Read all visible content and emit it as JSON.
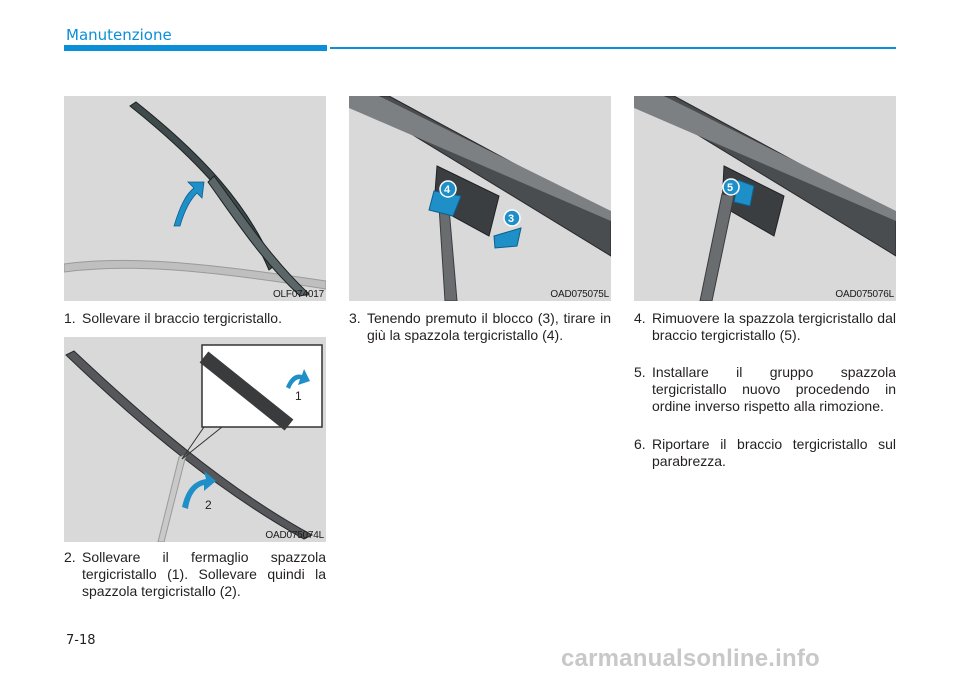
{
  "header": {
    "section_title": "Manutenzione"
  },
  "figures": {
    "fig1": {
      "code": "OLF074017"
    },
    "fig2": {
      "code": "OAD075074L",
      "callouts": [
        "1",
        "2"
      ]
    },
    "fig3": {
      "code": "OAD075075L",
      "callouts": [
        "4",
        "3"
      ]
    },
    "fig4": {
      "code": "OAD075076L",
      "callouts": [
        "5"
      ]
    }
  },
  "steps": [
    {
      "num": "1.",
      "text": "Sollevare il braccio tergicristallo."
    },
    {
      "num": "2.",
      "text": "Sollevare il fermaglio spazzola tergicristallo (1). Sollevare quindi la spazzola tergicristallo (2)."
    },
    {
      "num": "3.",
      "text": "Tenendo premuto il blocco (3), tirare in giù la spazzola tergicristallo (4)."
    },
    {
      "num": "4.",
      "text": "Rimuovere la spazzola tergicristallo dal braccio tergicristallo (5)."
    },
    {
      "num": "5.",
      "text": "Installare il gruppo spazzola tergicristallo nuovo procedendo in ordine inverso rispetto alla rimozione."
    },
    {
      "num": "6.",
      "text": "Riportare il braccio tergicristallo sul parabrezza."
    }
  ],
  "footer": {
    "page_number": "7-18",
    "watermark": "carmanualsonline.info"
  },
  "colors": {
    "accent": "#0a8fd8",
    "figure_bg": "#d9d9d9",
    "arrow": "#1f8fc8"
  }
}
